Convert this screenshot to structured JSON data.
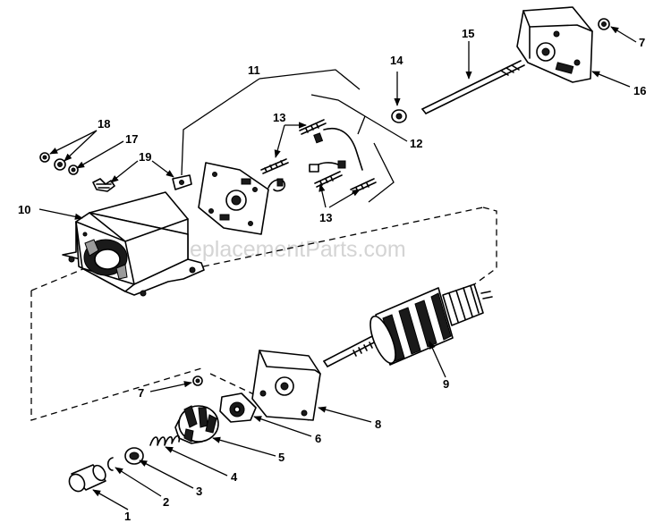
{
  "watermark": "eReplacementParts.com",
  "labels": {
    "p1": "1",
    "p2": "2",
    "p3": "3",
    "p4": "4",
    "p5": "5",
    "p6": "6",
    "p7a": "7",
    "p7b": "7",
    "p8": "8",
    "p9": "9",
    "p10": "10",
    "p11": "11",
    "p12": "12",
    "p13a": "13",
    "p13b": "13",
    "p14": "14",
    "p15": "15",
    "p16": "16",
    "p17": "17",
    "p18": "18",
    "p19": "19"
  }
}
